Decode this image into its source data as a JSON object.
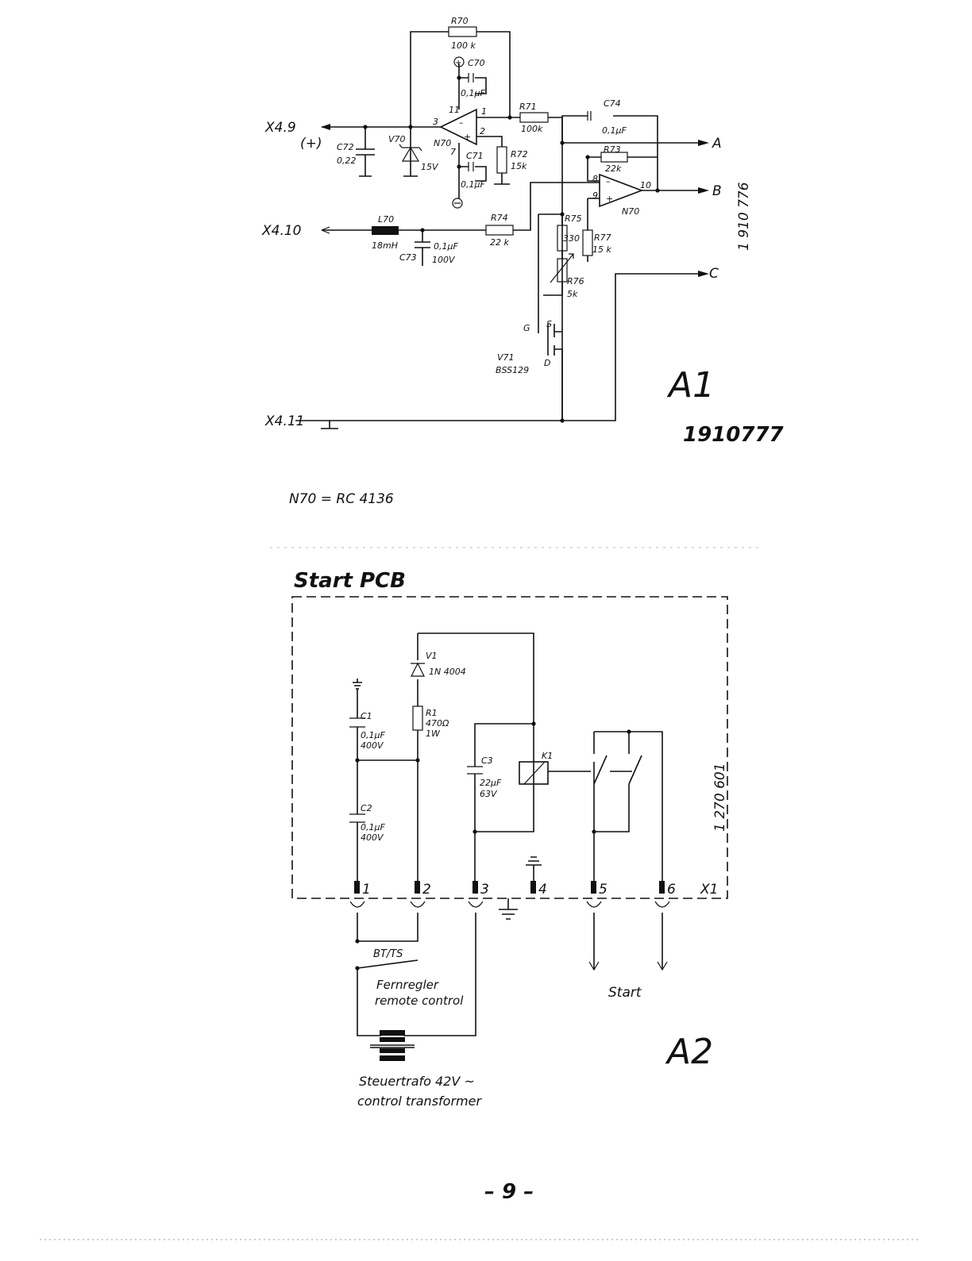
{
  "a1": {
    "terminals": {
      "x49": "X4.9",
      "x49_pol": "(+)",
      "x410": "X4.10",
      "x411": "X4.11"
    },
    "outputs": {
      "a": "A",
      "b": "B",
      "c": "C"
    },
    "r70": {
      "name": "R70",
      "val": "100 k"
    },
    "c70": {
      "name": "C70",
      "val": "0,1µF"
    },
    "r71": {
      "name": "R71",
      "val": "100k"
    },
    "r72": {
      "name": "R72",
      "val": "15k"
    },
    "c71": {
      "name": "C71",
      "val": "0,1µF"
    },
    "c72": {
      "name": "C72",
      "val": "0,22"
    },
    "v70": {
      "name": "V70",
      "val": "15V"
    },
    "n70a": {
      "name": "N70",
      "p3": "3",
      "p11": "11",
      "p1": "1",
      "p2": "2",
      "p7": "7"
    },
    "c74": {
      "name": "C74",
      "val": "0,1µF"
    },
    "r73": {
      "name": "R73",
      "val": "22k"
    },
    "n70b": {
      "name": "N70",
      "p8": "8",
      "p9": "9",
      "p10": "10"
    },
    "l70": {
      "name": "L70",
      "val": "18mH"
    },
    "c73": {
      "name": "C73",
      "val": "0,1µF",
      "volt": "100V"
    },
    "r74": {
      "name": "R74",
      "val": "22 k"
    },
    "r75": {
      "name": "R75",
      "val": "330"
    },
    "r76": {
      "name": "R76",
      "val": "5k"
    },
    "r77": {
      "name": "R77",
      "val": "15 k"
    },
    "v71": {
      "name": "V71",
      "type": "BSS129",
      "g": "G",
      "s": "S",
      "d": "D"
    },
    "part_no": "1 910 776",
    "board": "A1",
    "hand_no": "1910777",
    "note": "N70 = RC 4136"
  },
  "a2": {
    "title": "Start PCB",
    "v1": {
      "name": "V1",
      "val": "1N 4004"
    },
    "r1": {
      "name": "R1",
      "val": "470Ω",
      "watt": "1W"
    },
    "c1": {
      "name": "C1",
      "val": "0,1µF",
      "volt": "400V"
    },
    "c2": {
      "name": "C2",
      "val": "0,1µF",
      "volt": "400V"
    },
    "c3": {
      "name": "C3",
      "val": "22µF",
      "volt": "63V"
    },
    "k1": "K1",
    "part_no": "1 270 601",
    "pins": [
      "1",
      "2",
      "3",
      "4",
      "5",
      "6"
    ],
    "x1": "X1",
    "switch": "BT/TS",
    "remote": [
      "Fernregler",
      "remote control"
    ],
    "start": "Start",
    "trafo": [
      "Steuertrafo 42V ~",
      "control transformer"
    ],
    "board": "A2"
  },
  "page_number": "– 9 –"
}
